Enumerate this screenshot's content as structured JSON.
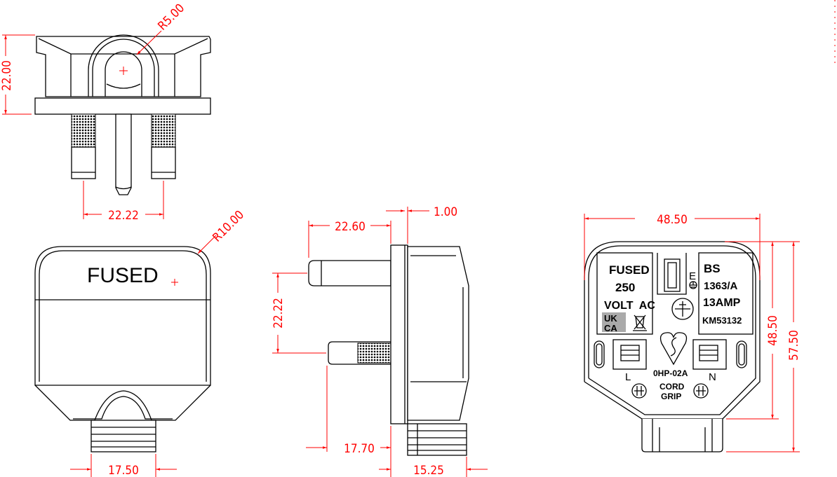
{
  "colors": {
    "dimension": "#ff0000",
    "outline": "#000000"
  },
  "top_view": {
    "height_dim": "22.00",
    "radius_dim": "R5.00",
    "pin_spacing_dim": "22.22"
  },
  "front_view": {
    "label": "FUSED",
    "radius_dim": "R10.00",
    "cord_width_dim": "17.50"
  },
  "side_view": {
    "pin_length_dim": "22.60",
    "plate_dim": "1.00",
    "pin_spacing_dim": "22.22",
    "earth_pin_dim": "17.70",
    "cord_dim": "15.25"
  },
  "bottom_view": {
    "width_dim": "48.50",
    "height_dim": "48.50",
    "total_height_dim": "57.50",
    "markings": {
      "fused": "FUSED",
      "voltage": "250",
      "volt_ac": "VOLT  AC",
      "ukca_top": "UK",
      "ukca_bottom": "CA",
      "earth": "E",
      "bs": "BS",
      "standard": "1363/A",
      "rating": "13AMP",
      "cert": "KM53132",
      "live": "L",
      "neutral": "N",
      "model": "0HP-02A",
      "cord": "CORD",
      "grip": "GRIP"
    }
  }
}
